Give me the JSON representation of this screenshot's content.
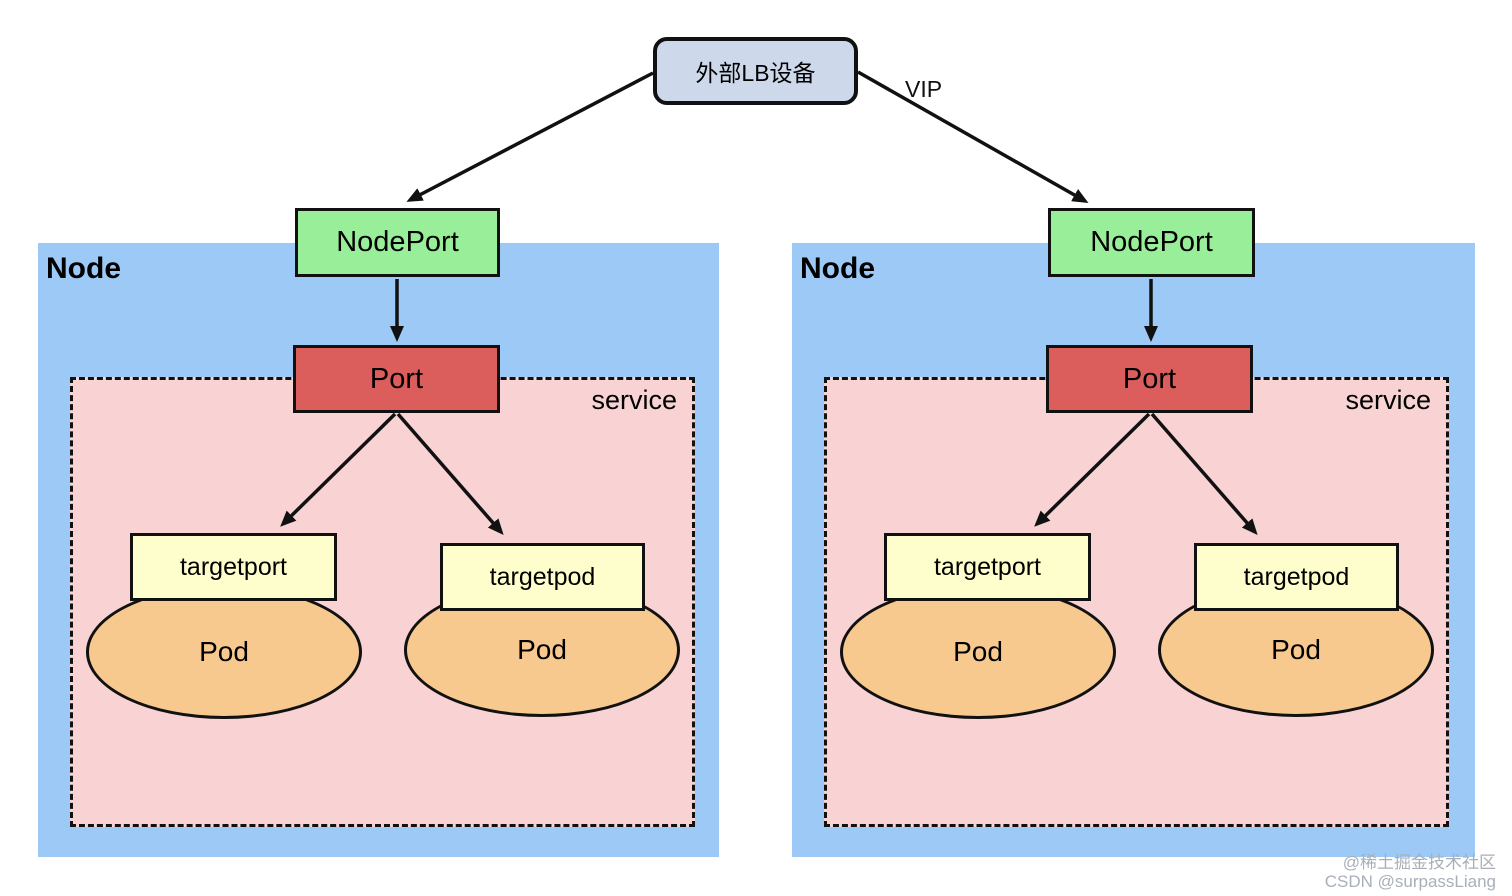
{
  "lb_box": {
    "label": "外部LB设备"
  },
  "vip_label": "VIP",
  "nodes": [
    {
      "label": "Node",
      "nodeport": "NodePort",
      "port": "Port",
      "service": "service",
      "targets": [
        {
          "label": "targetport",
          "pod": "Pod"
        },
        {
          "label": "targetpod",
          "pod": "Pod"
        }
      ]
    },
    {
      "label": "Node",
      "nodeport": "NodePort",
      "port": "Port",
      "service": "service",
      "targets": [
        {
          "label": "targetport",
          "pod": "Pod"
        },
        {
          "label": "targetpod",
          "pod": "Pod"
        }
      ]
    }
  ],
  "watermark": {
    "line1": "@稀土掘金技术社区",
    "line2": "CSDN @surpassLiang"
  },
  "colors": {
    "node_bg": "#9CC9F6",
    "service_bg": "#F9D2D4",
    "nodeport_bg": "#99EF99",
    "port_bg": "#DC5E5C",
    "target_bg": "#FEFECC",
    "pod_bg": "#F8C98F",
    "lb_bg": "#CDD9EB",
    "arrow": "#111111",
    "watermark_text": "#A9AFB9"
  }
}
